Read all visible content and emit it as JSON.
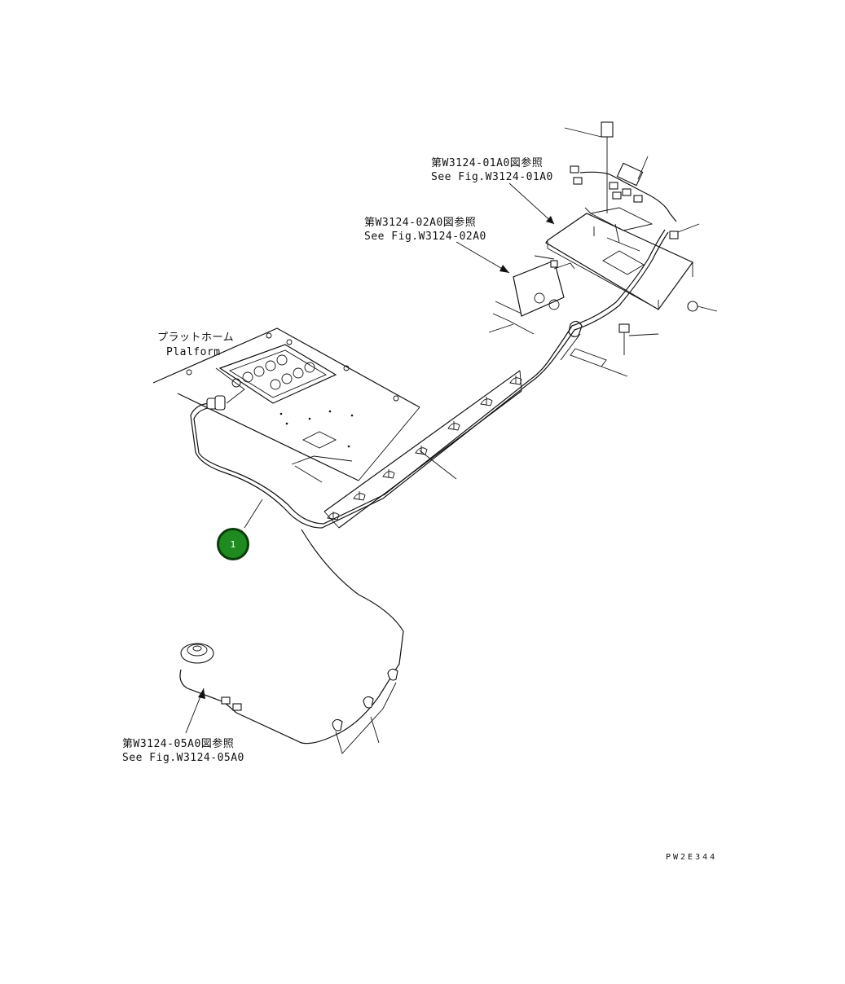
{
  "labels": {
    "ref_01_jp": "第W3124-01A0図参照",
    "ref_01_en": "See Fig.W3124-01A0",
    "ref_02_jp": "第W3124-02A0図参照",
    "ref_02_en": "See Fig.W3124-02A0",
    "platform_jp": "プラットホーム",
    "platform_en": "Plalform",
    "ref_05_jp": "第W3124-05A0図参照",
    "ref_05_en": "See Fig.W3124-05A0",
    "drawing_code": "PW2E344"
  },
  "callout": {
    "number": "1",
    "color": "#1f8a1f"
  },
  "icons": {
    "callout": "part-number-marker-icon"
  }
}
